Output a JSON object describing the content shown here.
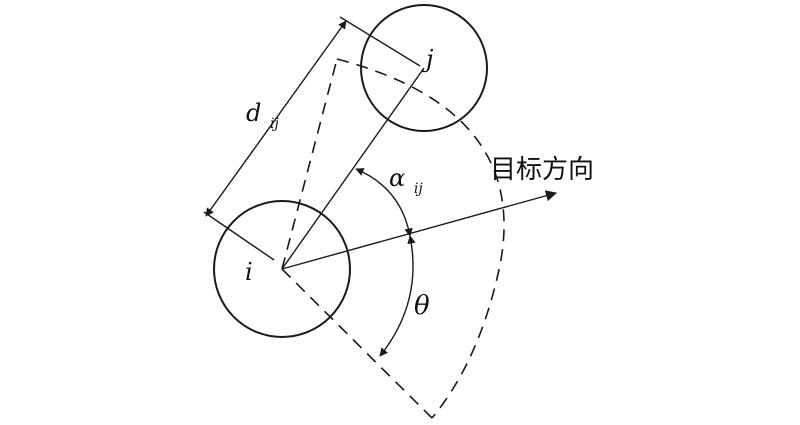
{
  "diagram": {
    "labels": {
      "agent_i": "i",
      "agent_j": "j",
      "distance_main": "d",
      "distance_sub": "ij",
      "alpha_main": "α",
      "alpha_sub": "ij",
      "theta": "θ",
      "target_direction": "目标方向"
    }
  }
}
